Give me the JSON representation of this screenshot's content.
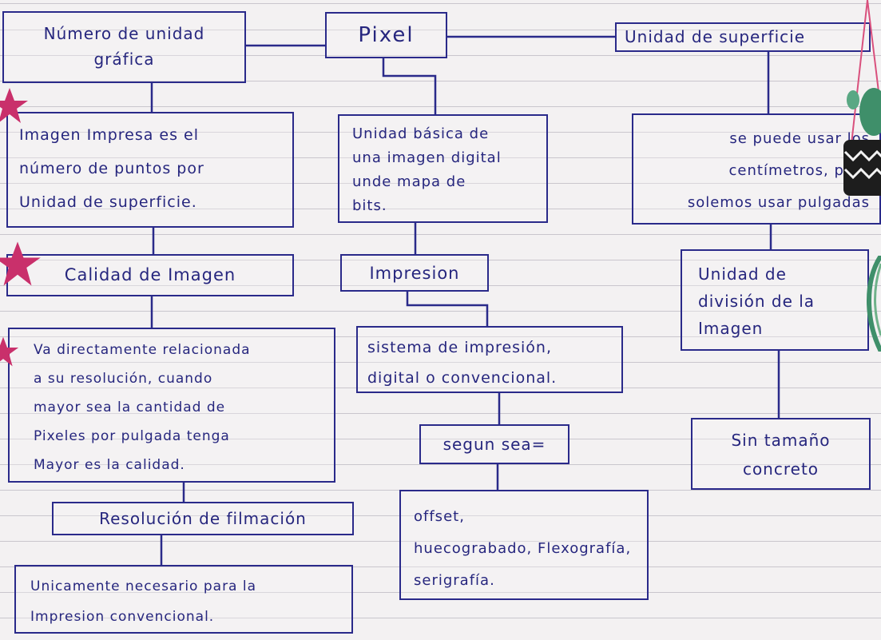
{
  "diagram": {
    "nodes": {
      "pixel": "Pixel",
      "numero_unidad": "Número de unidad\ngráfica",
      "unidad_superficie": "Unidad de superficie",
      "imagen_impresa": "Imagen Impresa es el\nnúmero de puntos por\nUnidad de superficie.",
      "unidad_basica": "Unidad básica de\nuna imagen digital\nunde mapa de\nbits.",
      "se_puede_usar": "se puede usar los\ncentímetros, pero\nsolemos usar pulgadas",
      "calidad_imagen": "Calidad de Imagen",
      "impresion": "Impresion",
      "unidad_division": "Unidad de\ndivisión de la\nImagen",
      "va_directamente": "Va directamente relacionada\na su resolución, cuando\nmayor sea la cantidad de\nPixeles por pulgada tenga\nMayor es la calidad.",
      "sistema_impresion": "sistema de impresión,\ndigital o convencional.",
      "segun_sea": "segun sea=",
      "sin_tamano": "Sin tamaño\nconcreto",
      "resolucion_filmacion": "Resolución de filmación",
      "offset": "offset,\nhuecograbado, Flexografía,\nserigrafía.",
      "unicamente": "Unicamente necesario para la\nImpresion convencional."
    }
  },
  "colors": {
    "ink": "#26267e",
    "paper": "#f3f1f2",
    "rule_line": "#c9c6cd",
    "star": "#c9306b",
    "plant_green": "#3f8f6a"
  },
  "decorations": [
    "star-sticker",
    "cactus-pot-sticker",
    "leaf-sticker"
  ]
}
